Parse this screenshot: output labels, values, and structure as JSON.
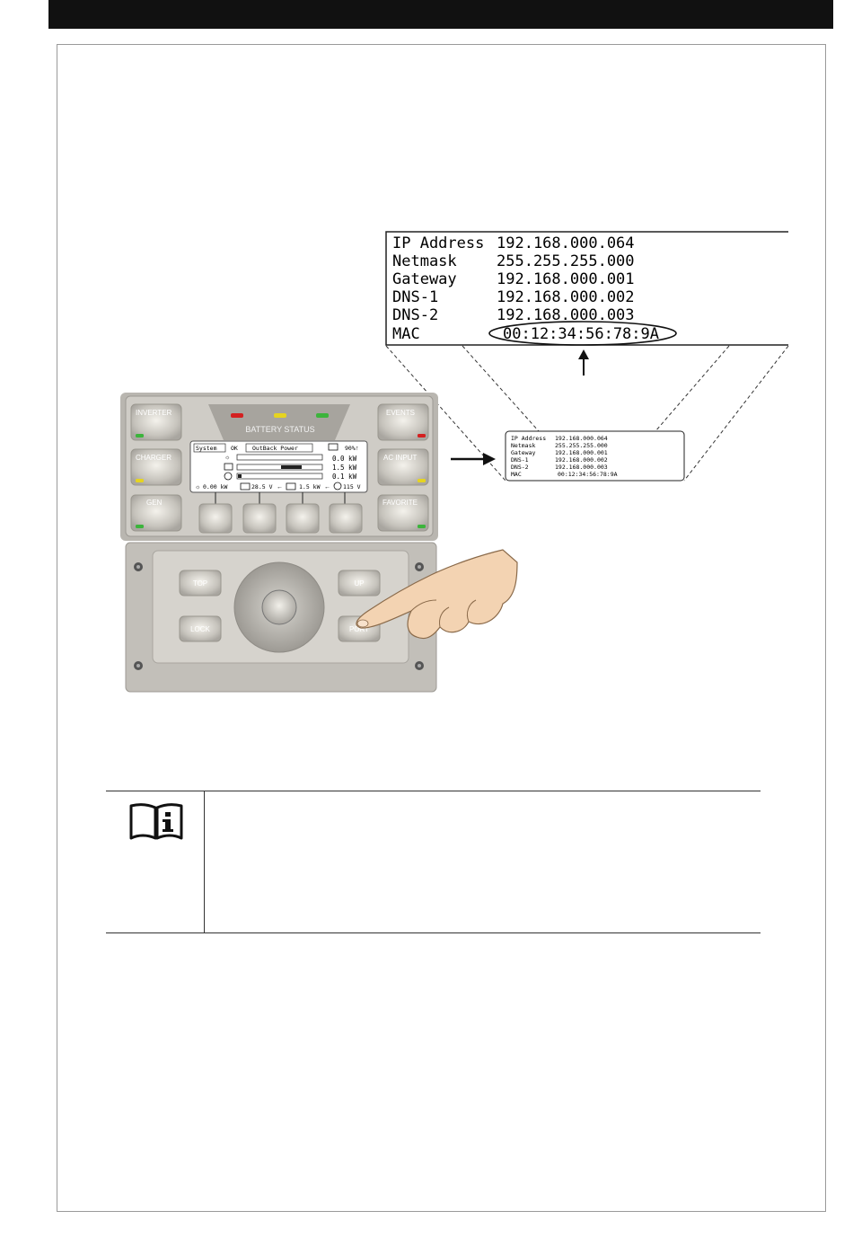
{
  "big_display": {
    "rows": [
      {
        "label": "IP Address",
        "value": "192.168.000.064"
      },
      {
        "label": "Netmask",
        "value": "255.255.255.000"
      },
      {
        "label": "Gateway",
        "value": "192.168.000.001"
      },
      {
        "label": "DNS-1",
        "value": "192.168.000.002"
      },
      {
        "label": "DNS-2",
        "value": "192.168.000.003"
      },
      {
        "label": "MAC",
        "value": "00:12:34:56:78:9A"
      }
    ]
  },
  "small_display": {
    "rows": [
      {
        "label": "IP Address",
        "value": "192.168.000.064"
      },
      {
        "label": "Netmask",
        "value": "255.255.255.000"
      },
      {
        "label": "Gateway",
        "value": "192.168.000.001"
      },
      {
        "label": "DNS-1",
        "value": "192.168.000.002"
      },
      {
        "label": "DNS-2",
        "value": "192.168.000.003"
      },
      {
        "label": "MAC",
        "value": "00:12:34:56:78:9A"
      }
    ]
  },
  "device": {
    "battery_status_label": "BATTERY STATUS",
    "buttons": {
      "inverter": "INVERTER",
      "charger": "CHARGER",
      "gen": "GEN",
      "events": "EVENTS",
      "ac_input": "AC INPUT",
      "favorite": "FAVORITE",
      "top": "TOP",
      "lock": "LOCK",
      "up": "UP",
      "port": "PORT"
    },
    "lcd": {
      "tab_system": "System",
      "tab_ok": "OK",
      "tab_outback": "OutBack Power",
      "battery_percent": "90%",
      "row1_value": "0.0 kW",
      "row2_value": "1.5 kW",
      "row3_value": "0.1 kW",
      "footer_solar": "0.00 kW",
      "footer_battery": "28.5 V",
      "footer_inverter": "1.5 kW",
      "footer_gen": "115 V"
    }
  },
  "colors": {
    "led_red": "#d42020",
    "led_yellow": "#e6d420",
    "led_green": "#3cb43c",
    "panel_face": "#c9c6c0",
    "skin": "#f3d3b2"
  },
  "icons": [
    "book-info-icon",
    "arrow-right-icon",
    "arrow-up-icon",
    "hand-pointer-icon"
  ]
}
